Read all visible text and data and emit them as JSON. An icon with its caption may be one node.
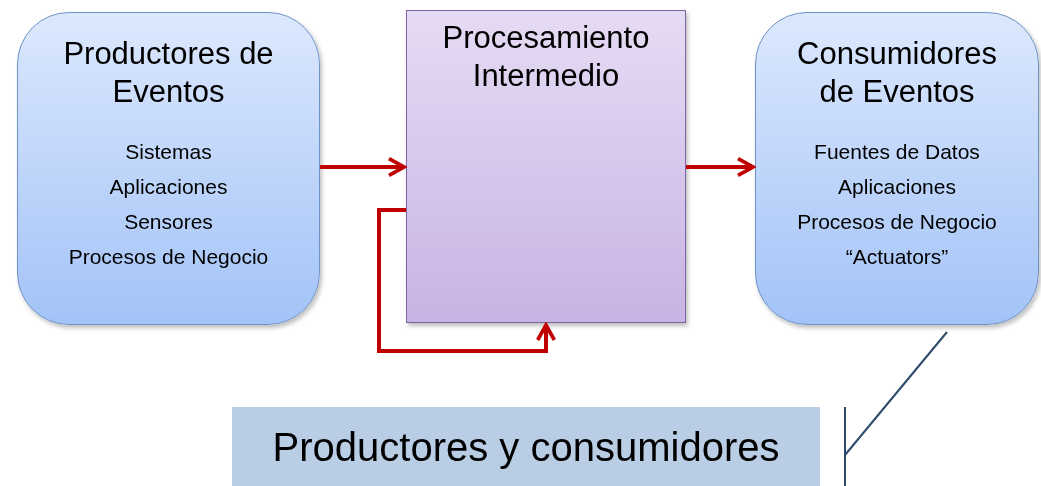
{
  "diagram": {
    "nodes": [
      {
        "text": [
          "Productores de Eventos",
          "Sistemas",
          "Aplicaciones",
          "Sensores",
          "Procesos de Negocio"
        ]
      },
      {
        "text": [
          "Procesamiento Intermedio"
        ]
      },
      {
        "text": [
          "Consumidores de Eventos",
          "Fuentes de Datos",
          "Aplicaciones",
          "Procesos de Negocio",
          "“Actuators”"
        ]
      },
      {
        "text": [
          "Productores y consumidores"
        ]
      }
    ],
    "edges": [
      {
        "from": 0,
        "to": 1,
        "arrow": "to"
      },
      {
        "from": 1,
        "to": 2,
        "arrow": "to"
      },
      {
        "from": 1,
        "to": 1,
        "arrow": "to"
      },
      {
        "from": 3,
        "to": 2,
        "arrow": "none",
        "color": "#2e4a6b"
      }
    ]
  }
}
